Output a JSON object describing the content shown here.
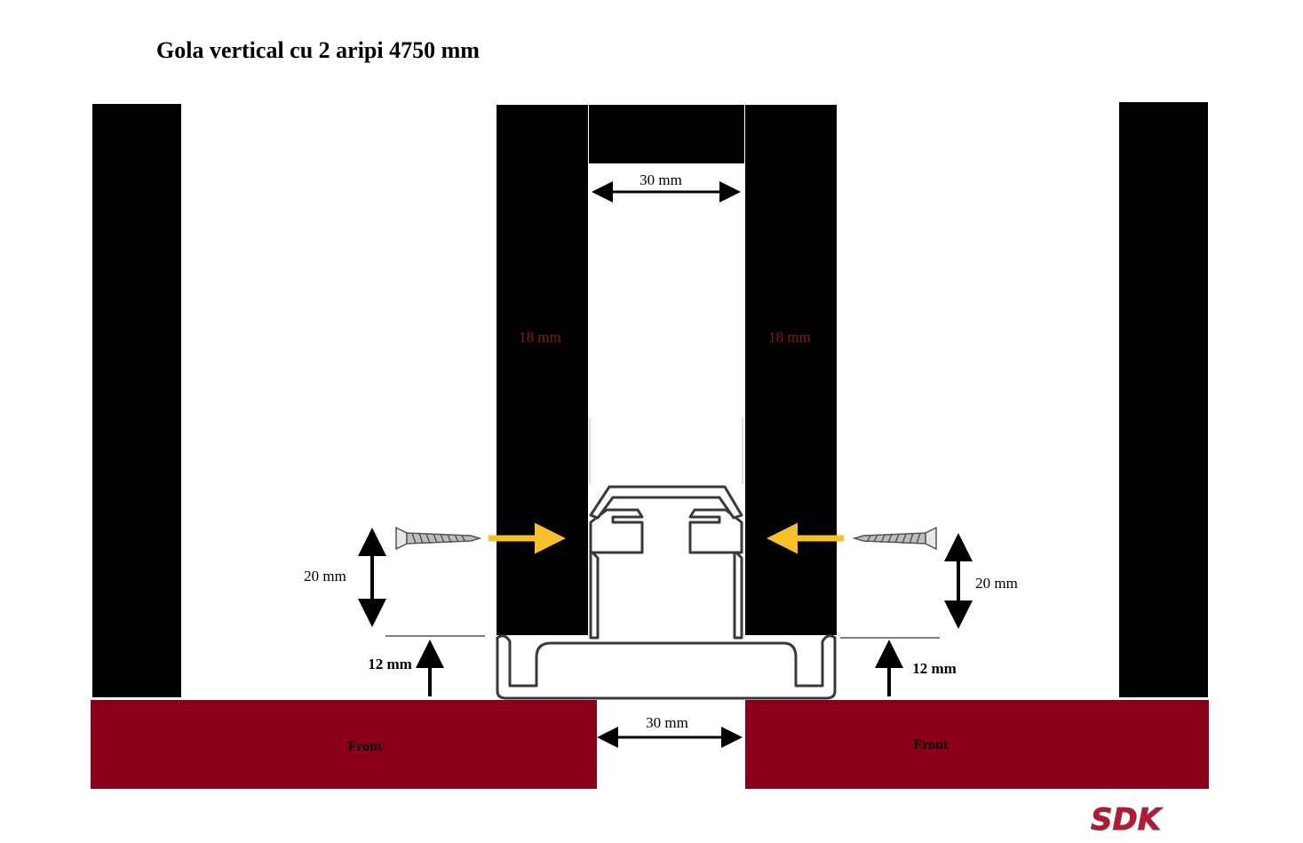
{
  "diagram": {
    "title": "Gola vertical cu 2 aripi 4750 mm",
    "labels": {
      "gap_top": "30 mm",
      "panel_left_thickness": "18 mm",
      "panel_right_thickness": "18 mm",
      "depth_left": "20 mm",
      "depth_right": "20 mm",
      "offset_left": "12 mm",
      "offset_right": "12 mm",
      "gap_bottom": "30 mm",
      "front_left": "Front",
      "front_right": "Front"
    },
    "logo_text": "SDK",
    "colors": {
      "panel": "#000000",
      "front": "#8a0018",
      "panel_label": "#8a1a1a",
      "arrow_yellow": "#f5c02a",
      "profile_fill": "#ffffff",
      "profile_stroke": "#3a3a3a",
      "logo": "#c8102e"
    },
    "icons": [
      "screw-icon",
      "double-arrow-icon",
      "up-arrow-icon",
      "yellow-arrow-icon"
    ]
  }
}
